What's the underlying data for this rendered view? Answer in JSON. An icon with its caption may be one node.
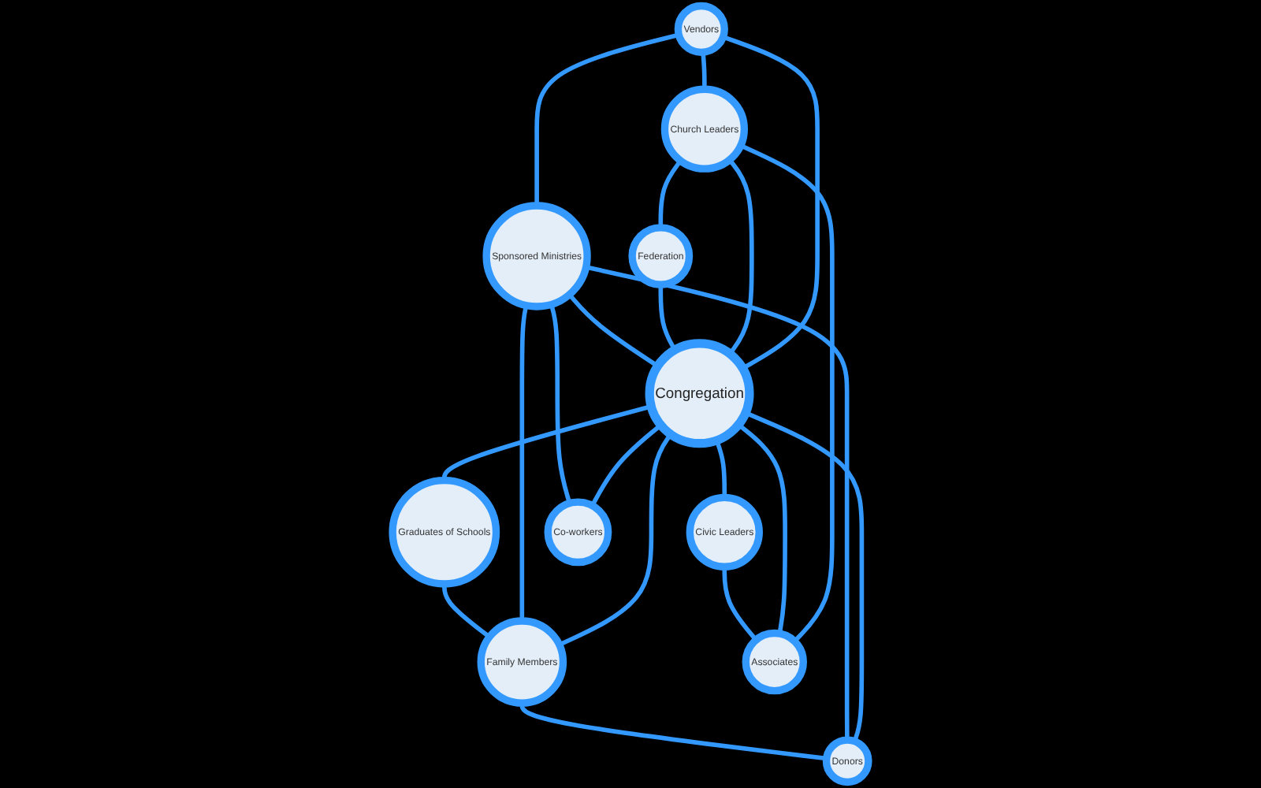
{
  "diagram": {
    "nodes": [
      {
        "text": [
          "Federation"
        ]
      },
      {
        "text": [
          "Church Leaders"
        ]
      },
      {
        "text": [
          "Sponsored Ministries"
        ]
      },
      {
        "text": [
          "Vendors"
        ]
      },
      {
        "text": [
          "Graduates of Schools"
        ]
      },
      {
        "text": [
          "Congregation"
        ]
      },
      {
        "text": [
          "Civic Leaders"
        ]
      },
      {
        "text": [
          "Family Members"
        ]
      },
      {
        "text": [
          "Associates"
        ]
      },
      {
        "text": [
          "Co-workers"
        ]
      },
      {
        "text": [
          "Donors"
        ]
      }
    ],
    "edges": [
      {
        "from": 3,
        "to": 1,
        "arrow": "none"
      },
      {
        "from": 1,
        "to": 0,
        "arrow": "none"
      },
      {
        "from": 3,
        "to": 2,
        "arrow": "none"
      },
      {
        "from": 3,
        "to": 5,
        "arrow": "none"
      },
      {
        "from": 1,
        "to": 5,
        "arrow": "none"
      },
      {
        "from": 1,
        "to": 8,
        "arrow": "none"
      },
      {
        "from": 0,
        "to": 5,
        "arrow": "none"
      },
      {
        "from": 2,
        "to": 5,
        "arrow": "none"
      },
      {
        "from": 5,
        "to": 4,
        "arrow": "none"
      },
      {
        "from": 5,
        "to": 7,
        "arrow": "none"
      },
      {
        "from": 5,
        "to": 6,
        "arrow": "none"
      },
      {
        "from": 5,
        "to": 8,
        "arrow": "none"
      },
      {
        "from": 5,
        "to": 9,
        "arrow": "none"
      },
      {
        "from": 5,
        "to": 10,
        "arrow": "none"
      },
      {
        "from": 2,
        "to": 9,
        "arrow": "none"
      },
      {
        "from": 2,
        "to": 10,
        "arrow": "none"
      },
      {
        "from": 2,
        "to": 7,
        "arrow": "none"
      },
      {
        "from": 4,
        "to": 7,
        "arrow": "none"
      },
      {
        "from": 7,
        "to": 10,
        "arrow": "none"
      },
      {
        "from": 6,
        "to": 8,
        "arrow": "none"
      }
    ]
  }
}
